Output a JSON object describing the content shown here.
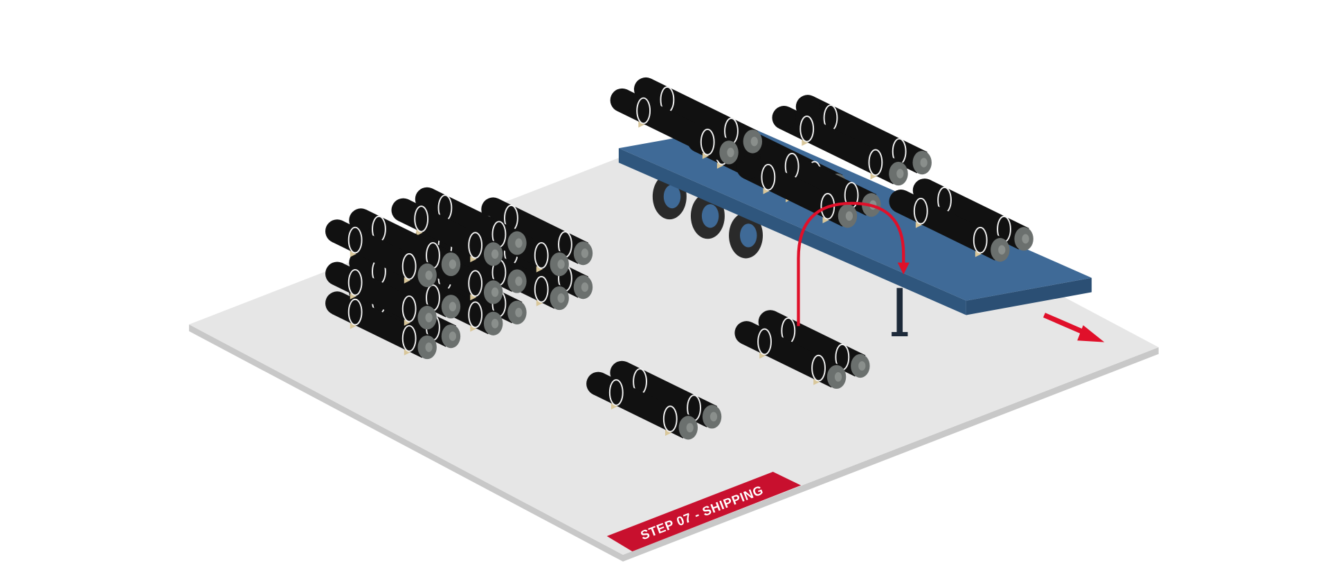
{
  "scene": {
    "step_label": "STEP 07 - SHIPPING",
    "colors": {
      "floor": "#e4e4e4",
      "floor_edge": "#c8c8c8",
      "label": "#c8102e",
      "trailer": "#3f6a97",
      "pipe": "#111111",
      "pipe_end": "#6b706e",
      "strap": "#f2f2f2",
      "wood": "#d9c79a",
      "arrow": "#e0102a"
    },
    "icons": [
      "pipe-bundle",
      "flatbed-trailer",
      "lift-arrow",
      "exit-arrow"
    ]
  }
}
